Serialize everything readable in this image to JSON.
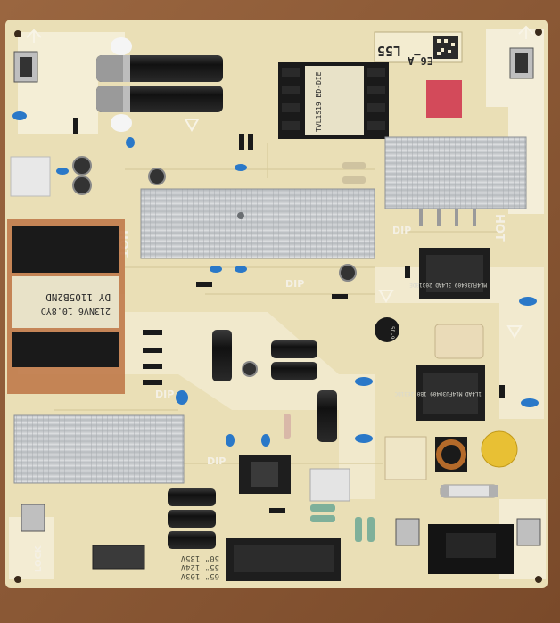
{
  "board": {
    "model_label": "L55",
    "variant_label": "E6_A",
    "hot_label": "HOT",
    "dip_label": "DIP",
    "lock_label": "LOCK",
    "transformer_top_code": "TVL1S19 BD-DIE",
    "transformer_left_code": "DY 1105B2ND",
    "transformer_left_sub": "213NV6 10.8YD",
    "choke_top_code": "ML4FU30409 3L4AD 2031BDE",
    "choke_mid_code": "1L4AD ML4FU30409 1B0 2031BC",
    "output_lines": [
      "50\" 135V",
      "55\" 124V",
      "65\" 103V"
    ],
    "ntc_label": "5D-9"
  },
  "colors": {
    "wood": "#8a5a36",
    "pcb": "#eadfb6",
    "pcb_light": "#f3ecd0",
    "trace": "#f8f4e6",
    "heatsink": "#c9ccd0",
    "cap_black": "#1a1a1a",
    "blue_cap": "#2a78c8",
    "relay": "#e6e1d0"
  },
  "icons": [
    "recycle-symbol",
    "esd-symbol"
  ]
}
